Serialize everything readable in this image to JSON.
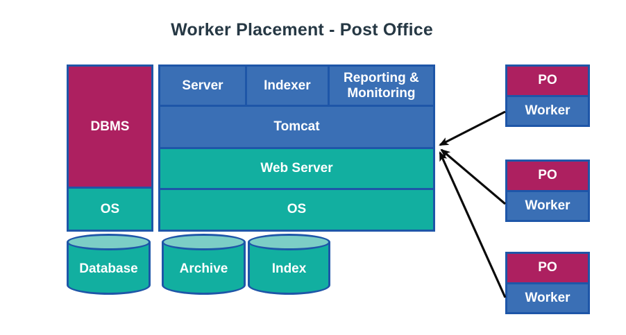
{
  "title": "Worker Placement - Post Office",
  "colors": {
    "magenta": "#AD2060",
    "blue": "#3A6FB5",
    "teal": "#12AFA0",
    "teal_light": "#7CCEC6",
    "border_blue": "#1E56A8",
    "title_text": "#263844",
    "label_text": "#FFFFFF",
    "arrow": "#0A0A0A"
  },
  "dbms_stack": {
    "dbms_label": "DBMS",
    "os_label": "OS"
  },
  "app_stack": {
    "top_row": [
      {
        "label": "Server"
      },
      {
        "label": "Indexer"
      },
      {
        "label": "Reporting & Monitoring"
      }
    ],
    "tomcat_label": "Tomcat",
    "web_server_label": "Web Server",
    "os_label": "OS"
  },
  "cylinders": [
    {
      "label": "Database"
    },
    {
      "label": "Archive"
    },
    {
      "label": "Index"
    }
  ],
  "po_workers": [
    {
      "po_label": "PO",
      "worker_label": "Worker"
    },
    {
      "po_label": "PO",
      "worker_label": "Worker"
    },
    {
      "po_label": "PO",
      "worker_label": "Worker"
    }
  ]
}
